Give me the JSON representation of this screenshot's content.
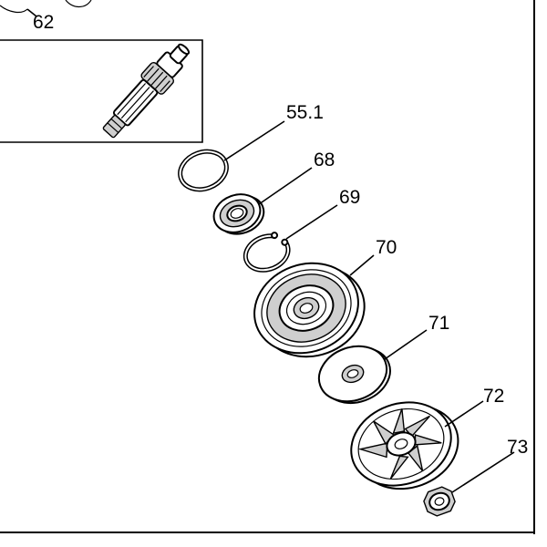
{
  "diagram": {
    "callouts": [
      {
        "id": "62",
        "label": "62"
      },
      {
        "id": "55.1",
        "label": "55.1"
      },
      {
        "id": "68",
        "label": "68"
      },
      {
        "id": "69",
        "label": "69"
      },
      {
        "id": "70",
        "label": "70"
      },
      {
        "id": "71",
        "label": "71"
      },
      {
        "id": "72",
        "label": "72"
      },
      {
        "id": "73",
        "label": "73"
      }
    ]
  }
}
